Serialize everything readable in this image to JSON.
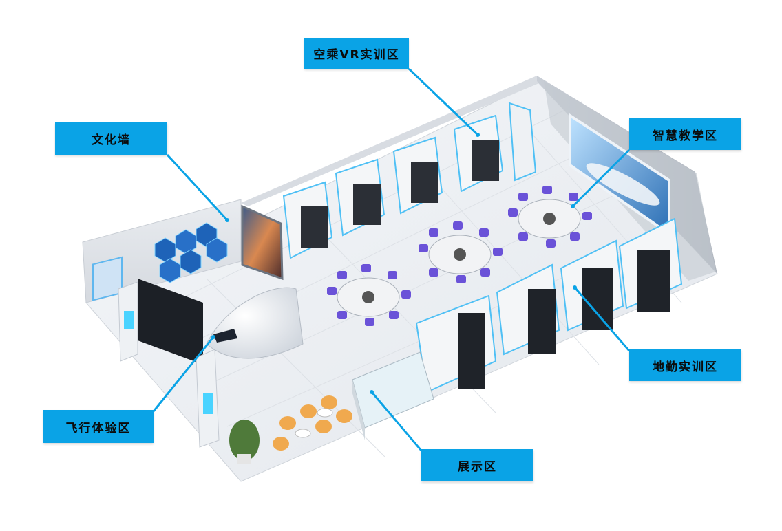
{
  "callouts": {
    "vr_training": "空乘VR实训区",
    "culture_wall": "文化墙",
    "smart_teaching": "智慧教学区",
    "ground_training": "地勤实训区",
    "flight_experience": "飞行体验区",
    "display_area": "展示区"
  },
  "colors": {
    "callout_bg": "#0aa3e6",
    "leader_line": "#0aa3e6",
    "floor": "#eef1f5",
    "wall": "#dfe3ea",
    "chair": "#6a52d8",
    "glow": "#2fc4ff"
  }
}
